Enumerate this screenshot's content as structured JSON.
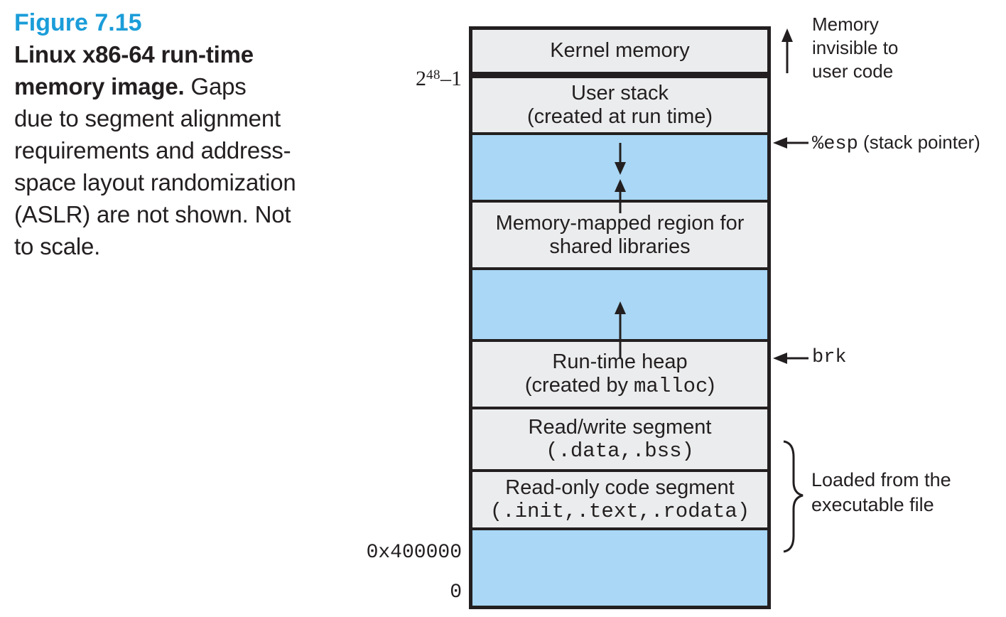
{
  "colors": {
    "figure_label_blue": "#1b9dd9",
    "region_blue": "#a9d7f5",
    "region_gray": "#ebeced",
    "ink": "#231f20"
  },
  "caption": {
    "figure_label": "Figure 7.15",
    "lines": [
      {
        "bold": "Linux x86-64 run-time",
        "text": ""
      },
      {
        "bold": "memory image.",
        "text": " Gaps"
      },
      {
        "bold": "",
        "text": "due to segment alignment"
      },
      {
        "bold": "",
        "text": "requirements and address-"
      },
      {
        "bold": "",
        "text": "space layout randomization"
      },
      {
        "bold": "",
        "text": "(ASLR) are not shown. Not"
      },
      {
        "bold": "",
        "text": "to scale."
      }
    ]
  },
  "address_labels": {
    "top": {
      "base": "2",
      "sup": "48",
      "rest": "–1"
    },
    "code_start": "0x400000",
    "zero": "0"
  },
  "segments": {
    "kernel": {
      "label": "Kernel memory"
    },
    "user_stack": {
      "line1": "User stack",
      "line2": "(created at run time)"
    },
    "mmap": {
      "line1": "Memory-mapped region for",
      "line2": "shared libraries"
    },
    "heap": {
      "line1": "Run-time heap",
      "line2_prefix": "(created by ",
      "line2_code": "malloc",
      "line2_suffix": ")"
    },
    "rw": {
      "line1": "Read/write segment",
      "line2_code": "(.data,.bss)"
    },
    "ro": {
      "line1": "Read-only code segment",
      "line2_code": "(.init,.text,.rodata)"
    }
  },
  "annotations": {
    "invisible": "Memory invisible to user code",
    "esp_code": "%esp",
    "esp_text": " (stack pointer)",
    "brk_code": "brk",
    "loaded": "Loaded from the executable file"
  }
}
